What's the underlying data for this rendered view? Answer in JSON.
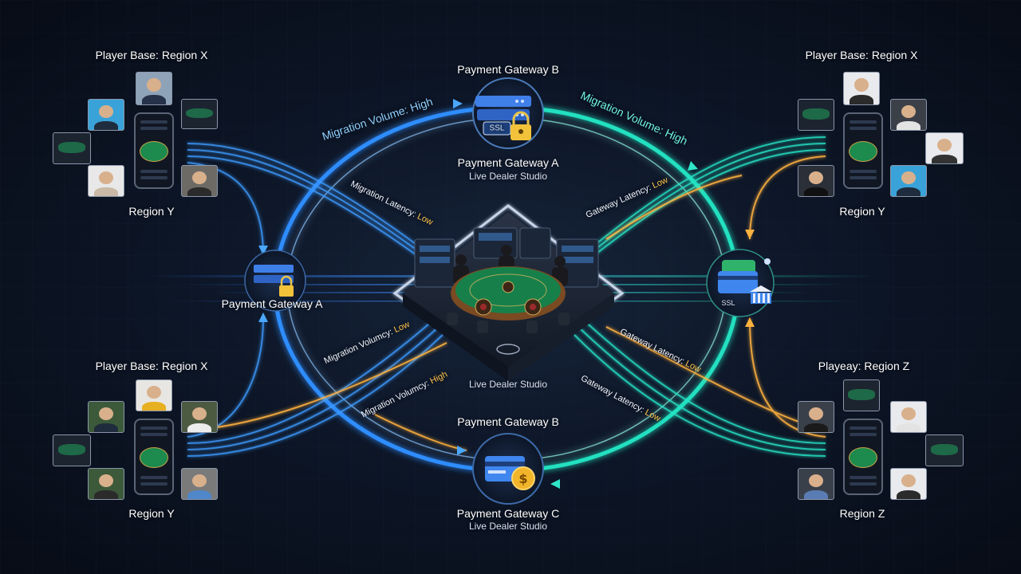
{
  "colors": {
    "background": "#0b1220",
    "blue_ring": "#2f8dff",
    "cyan_ring": "#21e0c0",
    "orange_flow": "#ffb23f",
    "text": "#ffffff"
  },
  "labels": {
    "tl_title": "Player Base: Region X",
    "tl_region": "Region Y",
    "tr_title": "Player Base: Region X",
    "tr_region": "Region Y",
    "bl_title": "Player Base: Region X",
    "bl_region": "Region Y",
    "br_title": "Playeay: Region Z",
    "br_region": "Region Z",
    "top_gateway_title": "Payment Gateway B",
    "top_gateway_sub1": "Payment Gateway A",
    "top_gateway_sub2": "Live Dealer Studio",
    "left_gateway": "Payment Gateway A",
    "center_studio": "Live Dealer Studio",
    "bottom_gateway_title": "Payment Gateway B",
    "bottom_gateway_sub1": "Payment Gateway C",
    "bottom_gateway_sub2": "Live Dealer Studio",
    "ssl_top": "SSL",
    "ssl_right": "SSL"
  },
  "flows": {
    "top_left_prefix": "Migration Volume: ",
    "top_left_value": "High",
    "top_right_prefix": "Migration Volume: ",
    "top_right_value": "High",
    "inner_tl_prefix": "Migration Latency: ",
    "inner_tl_value": "Low",
    "inner_tr_prefix": "Gateway Latency: ",
    "inner_tr_value": "Low",
    "inner_bl1_prefix": "Migration Volumcy: ",
    "inner_bl1_value": "Low",
    "inner_bl2_prefix": "Migration Volumcy: ",
    "inner_bl2_value": "High",
    "inner_br1_prefix": "Gateway Latency: ",
    "inner_br1_value": "Low",
    "inner_br2_prefix": "Gateway Latency: ",
    "inner_br2_value": "Low"
  },
  "icons": {
    "server": "server-rack-icon",
    "lock": "padlock-icon",
    "card": "credit-card-icon",
    "coin": "dollar-coin-icon",
    "bank": "bank-icon",
    "table": "casino-table-icon"
  }
}
